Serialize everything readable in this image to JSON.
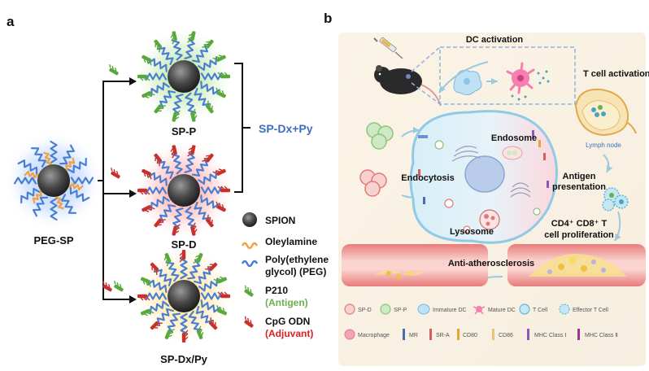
{
  "panel_a": {
    "label": "a",
    "peg_sp": "PEG-SP",
    "sp_p": "SP-P",
    "sp_d": "SP-D",
    "sp_dxpy": "SP-Dx/Py",
    "bracket_label": "SP-Dx+Py",
    "legend": {
      "spion": "SPION",
      "oleylamine": "Oleylamine",
      "peg_line1": "Poly(ethylene",
      "peg_line2": "glycol) (PEG)",
      "p210": "P210",
      "p210_sub": "(Antigen)",
      "cpg": "CpG ODN",
      "cpg_sub": "(Adjuvant)"
    }
  },
  "panel_b": {
    "label": "b",
    "dc_activation": "DC activation",
    "t_cell_activation": "T cell activation",
    "lymph_node": "Lymph node",
    "endosome": "Endosome",
    "endocytosis": "Endocytosis",
    "antigen_line1": "Antigen",
    "antigen_line2": "presentation",
    "lysosome": "Lysosome",
    "prolif_line1": "CD4⁺ CD8⁺ T",
    "prolif_line2": "cell proliferation",
    "anti_athero": "Anti-atherosclerosis",
    "legend_row1": [
      "SP-D",
      "SP-P",
      "Immature DC",
      "Mature DC",
      "T Cell",
      "Effector T Cell"
    ],
    "legend_row2": [
      "Macrophage",
      "MR",
      "SR-A",
      "CD80",
      "CD86",
      "MHC Class Ⅰ",
      "MHC Class Ⅱ"
    ]
  },
  "colors": {
    "blue": "#4a7fd0",
    "green": "#5aa83c",
    "red": "#c8302c",
    "orange": "#f0a040",
    "label_blue": "#3d6fbf",
    "antigen_green": "#6ab04c",
    "adjuvant_red": "#e02020"
  }
}
